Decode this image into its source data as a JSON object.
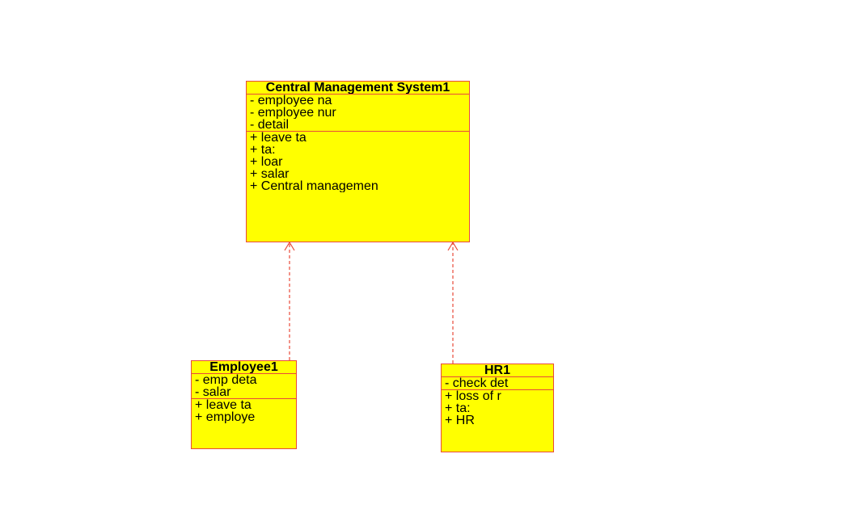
{
  "colors": {
    "class_fill": "#ffff00",
    "class_border": "#e84a3a",
    "dependency_line": "#e84a3a"
  },
  "classes": {
    "cms": {
      "name": "Central Management System1",
      "attributes": [
        "- employee na",
        "- employee nur",
        "- detail"
      ],
      "operations": [
        "+ leave ta",
        "+ ta:",
        "+ loar",
        "+ salar",
        "+ Central managemen"
      ]
    },
    "employee": {
      "name": "Employee1",
      "attributes": [
        "- emp deta",
        "- salar"
      ],
      "operations": [
        "+ leave ta",
        "+ employe"
      ]
    },
    "hr": {
      "name": "HR1",
      "attributes": [
        "- check det"
      ],
      "operations": [
        "+ loss of r",
        "+ ta:",
        "+ HR"
      ]
    }
  }
}
